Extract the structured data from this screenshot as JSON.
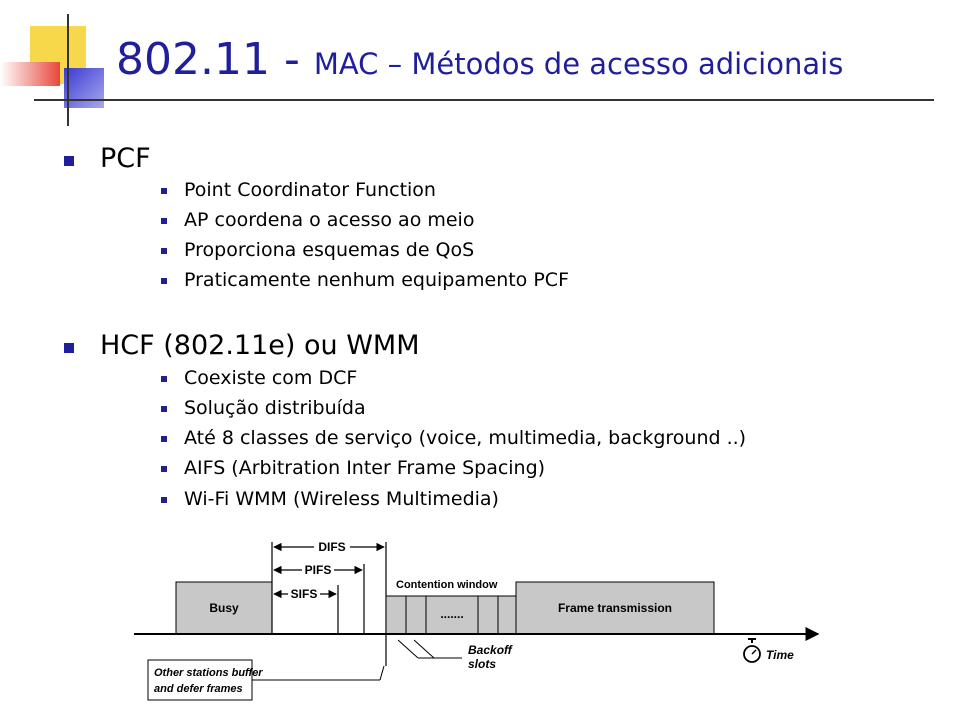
{
  "slide": {
    "title_main": "802.11 - ",
    "title_sub": "MAC – Métodos de acesso adicionais"
  },
  "sections": [
    {
      "heading": "PCF",
      "items": [
        "Point Coordinator Function",
        "AP coordena o acesso ao meio",
        "Proporciona esquemas de QoS",
        "Praticamente nenhum equipamento PCF"
      ]
    },
    {
      "heading": "HCF (802.11e) ou WMM",
      "items": [
        "Coexiste com DCF",
        "Solução distribuída",
        "Até 8 classes de serviço (voice, multimedia, background ..)",
        "AIFS (Arbitration Inter Frame Spacing)",
        "Wi-Fi WMM (Wireless Multimedia)"
      ]
    }
  ],
  "diagram": {
    "difs": "DIFS",
    "pifs": "PIFS",
    "sifs": "SIFS",
    "busy": "Busy",
    "contention_window": "Contention window",
    "dots": ".......",
    "frame_transmission": "Frame transmission",
    "backoff_line1": "Backoff",
    "backoff_line2": "slots",
    "time": "Time",
    "other_line1": "Other stations buffer",
    "other_line2": "and defer frames"
  },
  "colors": {
    "title": "#1f1f9c",
    "bullet": "#1f1f9c",
    "deco_yellow": "#f7d84a",
    "deco_red": "#e8473c",
    "deco_blue": "#3a3ad0",
    "box_gray": "#c8c8c8"
  }
}
